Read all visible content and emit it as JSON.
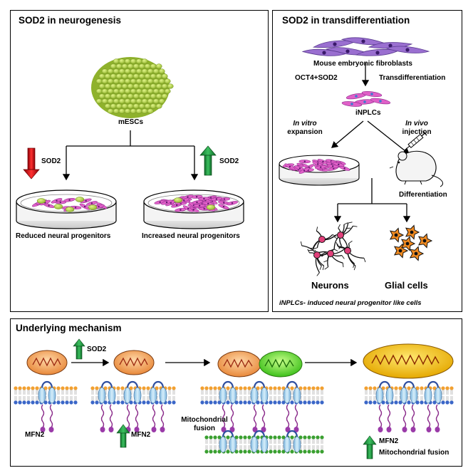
{
  "panel_neuro": {
    "title": "SOD2 in neurogenesis",
    "mescs": "mESCs",
    "down_label": "SOD2",
    "up_label": "SOD2",
    "reduced": "Reduced neural progenitors",
    "increased": "Increased neural progenitors"
  },
  "panel_trans": {
    "title": "SOD2 in transdifferentiation",
    "fibroblasts": "Mouse embryonic fibroblasts",
    "factors": "OCT4+SOD2",
    "transdiff": "Transdifferentiation",
    "inplcs": "iNPLCs",
    "invitro_1": "In vitro",
    "invitro_2": "expansion",
    "invivo_1": "In vivo",
    "invivo_2": "injection",
    "differentiation": "Differentiation",
    "neurons": "Neurons",
    "glial": "Glial cells",
    "footnote": "iNPLCs- induced neural progenitor like cells"
  },
  "panel_mech": {
    "title": "Underlying mechanism",
    "sod2": "SOD2",
    "mfn2_a": "MFN2",
    "mfn2_b": "MFN2",
    "mito_fusion_1": "Mitochondrial",
    "mito_fusion_2": "fusion",
    "legend_mfn2": "MFN2",
    "legend_fusion": "Mitochondrial fusion"
  },
  "colors": {
    "arrow_down": "#d7141a",
    "arrow_up": "#1a8a3a",
    "cell_green": "#b8d64a",
    "fibroblast": "#9a6fd0",
    "neural_pink": "#e060c8",
    "mito_orange": "#f0a860",
    "mito_green": "#7ddc3a",
    "mito_yellow": "#f5c518",
    "membrane_orange": "#f2a030",
    "membrane_blue": "#3a66c8",
    "mfn2_blue": "#a9d3ee"
  }
}
